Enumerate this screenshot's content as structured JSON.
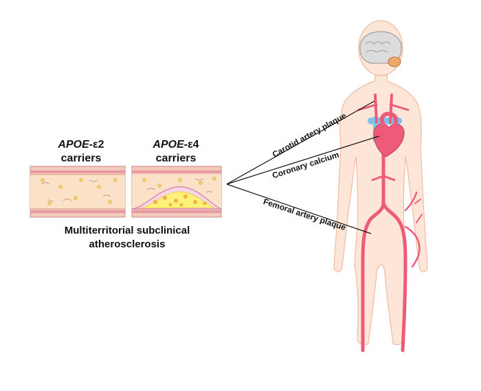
{
  "groups": {
    "e2": {
      "gene": "APOE",
      "allele": "-ε2",
      "line2": "carriers"
    },
    "e4": {
      "gene": "APOE",
      "allele": "-ε4",
      "line2": "carriers"
    }
  },
  "caption": {
    "line1": "Multiterritorial subclinical",
    "line2": "atherosclerosis"
  },
  "territories": {
    "carotid": "Carotid artery plaque",
    "coronary": "Coronary calcium",
    "femoral": "Femoral artery plaque"
  },
  "colors": {
    "skin": "#fde6d8",
    "skin_outline": "#f2b9a0",
    "artery": "#ee5a7a",
    "vein": "#7cc2ec",
    "vessel_wall": "#f3c9bd",
    "vessel_lumen": "#fbe1c8",
    "plaque": "#fff27a",
    "lipid": "#f5b13a"
  }
}
